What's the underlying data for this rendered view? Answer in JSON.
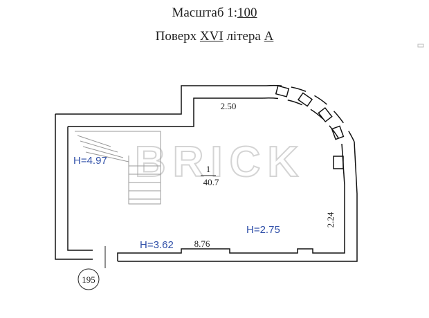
{
  "header": {
    "scale_prefix": "Масштаб 1:",
    "scale_value": "100",
    "floor_prefix": "Поверх ",
    "floor_number": "XVI",
    "letter_word": " літера ",
    "letter": "А"
  },
  "plan": {
    "dimensions": {
      "top_width": "2.50",
      "bottom_width": "8.76",
      "right_width": "2.24"
    },
    "heights": {
      "left": "H=4.97",
      "bottom_left": "H=3.62",
      "bottom_right": "H=2.75"
    },
    "room": {
      "number": "1",
      "area": "40.7"
    },
    "stair_marker": "195",
    "watermark": "BRICK"
  },
  "colors": {
    "wall": "#111111",
    "height_label": "#2f4fa8",
    "watermark": "#d4d4d4"
  }
}
